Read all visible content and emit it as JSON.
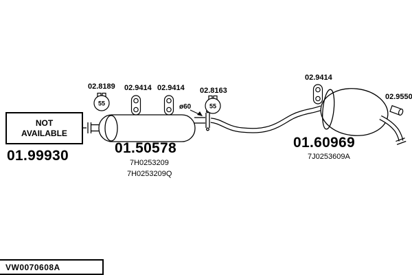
{
  "labels": {
    "not_available": "NOT AVAILABLE",
    "pipe_diameter": "ø60"
  },
  "footer": {
    "drawing_code": "VW0070608A"
  },
  "parts": {
    "front_section": {
      "code": "01.99930"
    },
    "clamp_front": {
      "code": "02.8189",
      "size_badge": "55"
    },
    "hanger_front": {
      "code": "02.9414"
    },
    "hanger_mid": {
      "code": "02.9414"
    },
    "clamp_mid": {
      "code": "02.8163",
      "size_badge": "55"
    },
    "hanger_rear": {
      "code": "02.9414"
    },
    "tail_trim": {
      "code": "02.9550"
    },
    "mid_muffler": {
      "code": "01.50578",
      "oem_numbers": [
        "7H0253209",
        "7H0253209Q"
      ]
    },
    "rear_muffler": {
      "code": "01.60969",
      "oem_numbers": [
        "7J0253609A"
      ]
    }
  }
}
